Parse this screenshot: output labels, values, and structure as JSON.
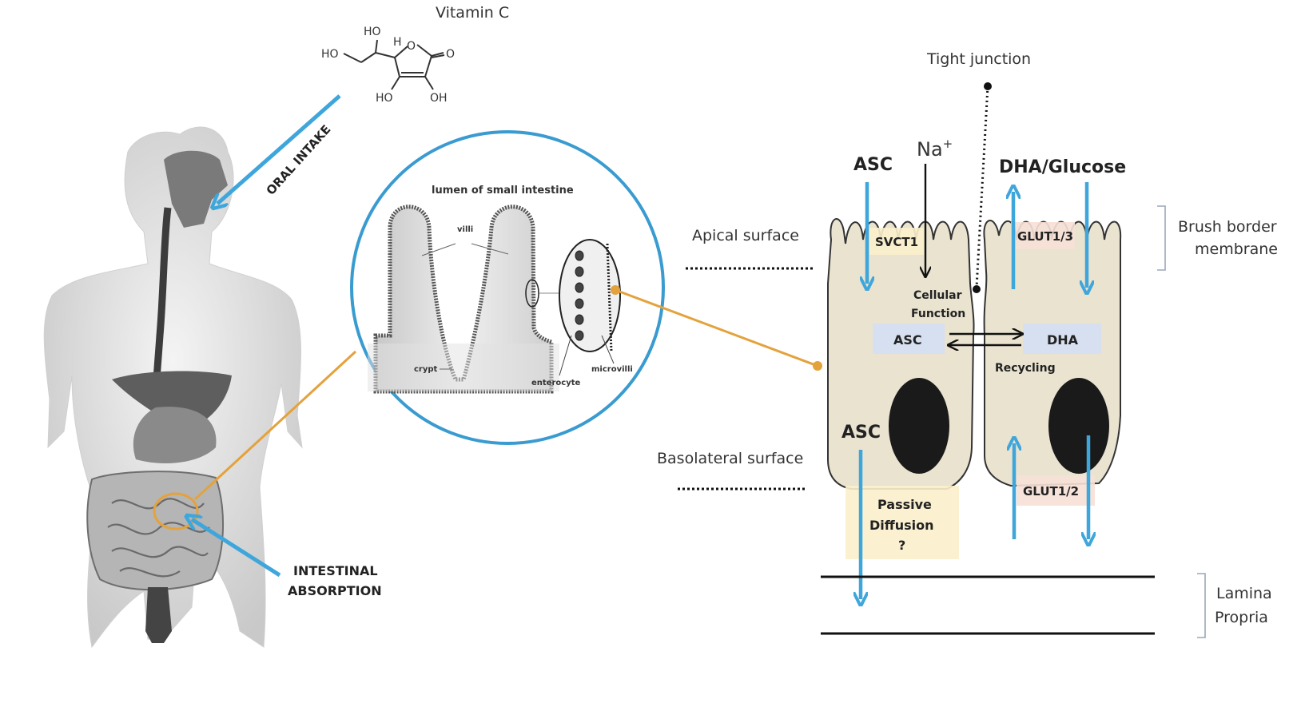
{
  "title": "Vitamin C intestinal absorption",
  "molecule": {
    "name": "Vitamin C",
    "groups": [
      "HO",
      "HO",
      "H",
      "O",
      "O",
      "HO",
      "OH"
    ]
  },
  "body": {
    "oral_label": "ORAL INTAKE",
    "intestinal_label_line1": "INTESTINAL",
    "intestinal_label_line2": "ABSORPTION"
  },
  "magnifier": {
    "title": "lumen of small intestine",
    "villi": "villi",
    "crypt": "crypt",
    "enterocyte": "enterocyte",
    "microvilli": "microvilli"
  },
  "cell_diagram": {
    "tight_junction": "Tight junction",
    "na": "Na",
    "na_sup": "+",
    "asc_in": "ASC",
    "dha_glucose": "DHA/Glucose",
    "apical_surface": "Apical surface",
    "basolateral_surface": "Basolateral surface",
    "brush_border_line1": "Brush border",
    "brush_border_line2": "membrane",
    "lamina_line1": "Lamina",
    "lamina_line2": "Propria",
    "svct1": "SVCT1",
    "glut13": "GLUT1/3",
    "glut12": "GLUT1/2",
    "cellular_line1": "Cellular",
    "cellular_line2": "Function",
    "asc_box": "ASC",
    "dha_box": "DHA",
    "recycling": "Recycling",
    "asc_out": "ASC",
    "passive_line1": "Passive",
    "passive_line2": "Diffusion",
    "passive_line3": "?"
  },
  "colors": {
    "arrow_blue": "#3fa6dc",
    "connector_orange": "#e4a23c",
    "cell_fill": "#e9e3d0",
    "svct_box": "#fbf0cc",
    "glut_box": "#f6e0d6",
    "asc_dha_box": "#d7e0f0",
    "nucleus": "#1a1a1a"
  }
}
